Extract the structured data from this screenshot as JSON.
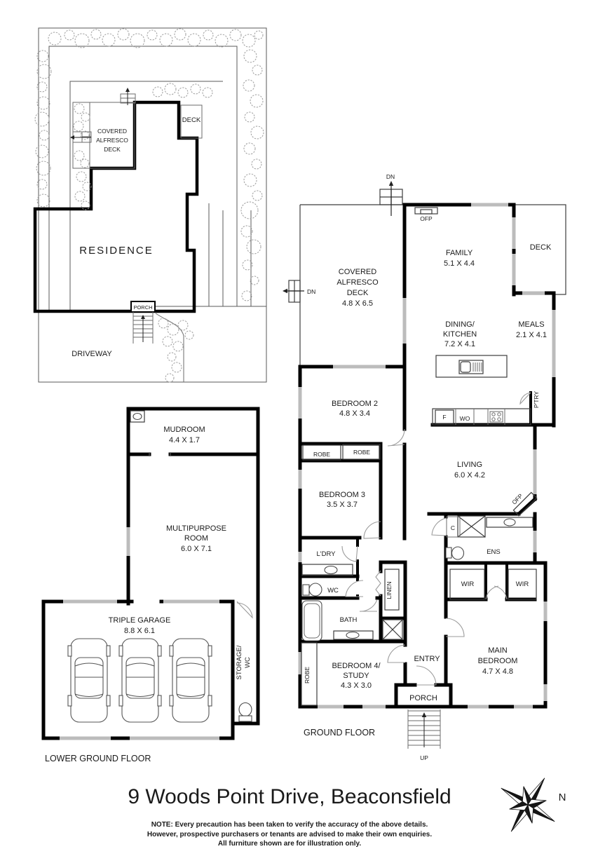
{
  "site_plan": {
    "residence": "RESIDENCE",
    "driveway": "DRIVEWAY",
    "porch": "PORCH",
    "deck": "DECK",
    "alfresco_l1": "COVERED",
    "alfresco_l2": "ALFRESCO",
    "alfresco_l3": "DECK"
  },
  "ground_floor": {
    "floor_label": "GROUND FLOOR",
    "rooms": {
      "alfresco": {
        "l1": "COVERED",
        "l2": "ALFRESCO",
        "l3": "DECK",
        "dims": "4.8 X 6.5"
      },
      "family": {
        "name": "FAMILY",
        "dims": "5.1 X 4.4"
      },
      "deck": {
        "name": "DECK"
      },
      "dining_kitchen": {
        "l1": "DINING/",
        "l2": "KITCHEN",
        "dims": "7.2 X 4.1"
      },
      "meals": {
        "name": "MEALS",
        "dims": "2.1 X 4.1"
      },
      "living": {
        "name": "LIVING",
        "dims": "6.0 X 4.2"
      },
      "bedroom2": {
        "name": "BEDROOM 2",
        "dims": "4.8 X 3.4"
      },
      "bedroom3": {
        "name": "BEDROOM 3",
        "dims": "3.5 X 3.7"
      },
      "bedroom4": {
        "l1": "BEDROOM 4/",
        "l2": "STUDY",
        "dims": "4.3 X 3.0"
      },
      "main_bedroom": {
        "l1": "MAIN",
        "l2": "BEDROOM",
        "dims": "4.7 X 4.8"
      },
      "ens": "ENS",
      "ldry": "L'DRY",
      "wc": "WC",
      "bath": "BATH",
      "linen": "LINEN",
      "entry": "ENTRY",
      "porch": "PORCH",
      "wir_left": "WIR",
      "wir_right": "WIR",
      "robe_left": "ROBE",
      "robe_right": "ROBE",
      "robe_bed4": "ROBE",
      "ptry": "P'TRY",
      "fridge": "F",
      "wall_oven": "WO",
      "cupboard": "C",
      "ofp_top": "OFP",
      "ofp_corner": "OFP",
      "dn_top": "DN",
      "dn_left": "DN",
      "up": "UP"
    }
  },
  "lower_ground_floor": {
    "floor_label": "LOWER GROUND FLOOR",
    "rooms": {
      "mudroom": {
        "name": "MUDROOM",
        "dims": "4.4 X 1.7"
      },
      "multipurpose": {
        "l1": "MULTIPURPOSE",
        "l2": "ROOM",
        "dims": "6.0 X 7.1"
      },
      "garage": {
        "name": "TRIPLE GARAGE",
        "dims": "8.8 X 6.1"
      },
      "storage_wc_l1": "STORAGE/",
      "storage_wc_l2": "WC"
    }
  },
  "footer": {
    "title": "9 Woods Point Drive, Beaconsfield",
    "note_l1": "NOTE: Every precaution has been taken to verify the accuracy of the above details.",
    "note_l2": "However, prospective purchasers or tenants are advised to make their own enquiries.",
    "note_l3": "All furniture shown are for illustration only.",
    "compass_north": "N"
  },
  "colors": {
    "title_text": "#1c2834",
    "walls": "#000000",
    "windows": "#bcbcbc",
    "trees": "#9c9c9c"
  }
}
